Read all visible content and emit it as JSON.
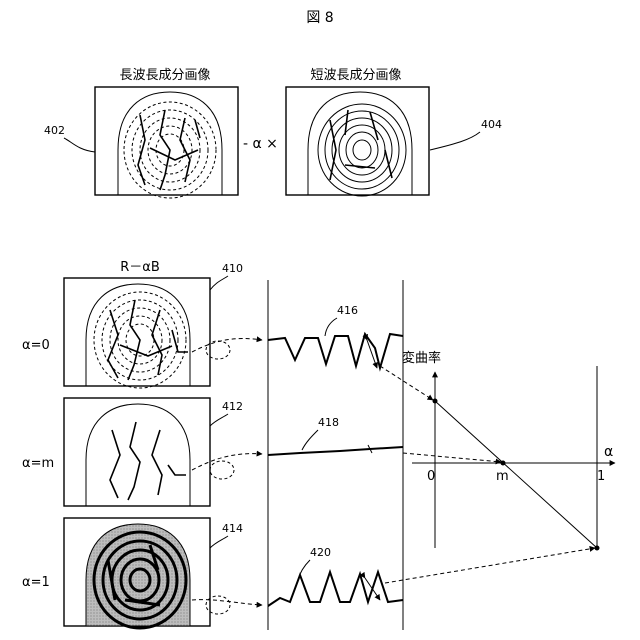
{
  "figure_title": "図 8",
  "top_row": {
    "long_wave_label": "長波長成分画像",
    "short_wave_label": "短波長成分画像",
    "minus_alpha": "- α ×",
    "ref_402": "402",
    "ref_404": "404"
  },
  "formula_label": "R－αB",
  "rows": [
    {
      "alpha_label": "α=0",
      "image_ref": "410",
      "wave_ref": "416"
    },
    {
      "alpha_label": "α=m",
      "image_ref": "412",
      "wave_ref": "418"
    },
    {
      "alpha_label": "α=1",
      "image_ref": "414",
      "wave_ref": "420"
    }
  ],
  "graph": {
    "y_label": "変曲率",
    "x_label": "α",
    "origin": "0",
    "tick_m": "m",
    "tick_1": "1"
  }
}
